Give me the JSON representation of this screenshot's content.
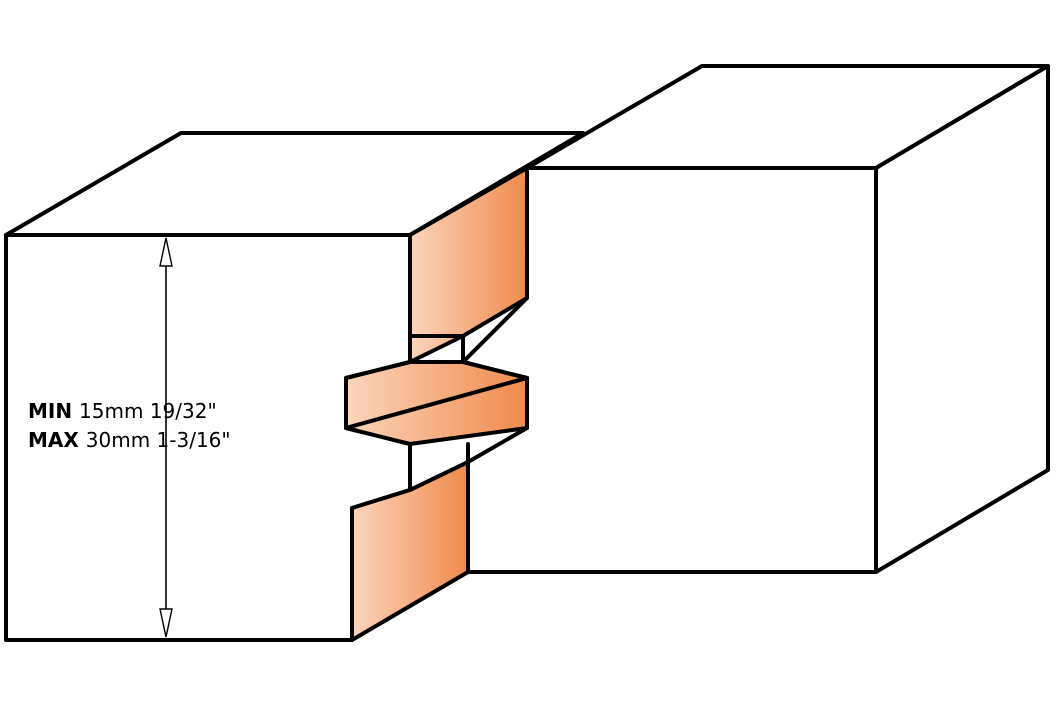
{
  "colors": {
    "stroke": "#000000",
    "background": "#ffffff",
    "cut_light": "#fbd5bd",
    "cut_dark": "#f08a4b"
  },
  "dimension_labels": [
    {
      "key": "MIN",
      "value": "15mm  19/32\""
    },
    {
      "key": "MAX",
      "value": "30mm 1-3/16\""
    }
  ]
}
